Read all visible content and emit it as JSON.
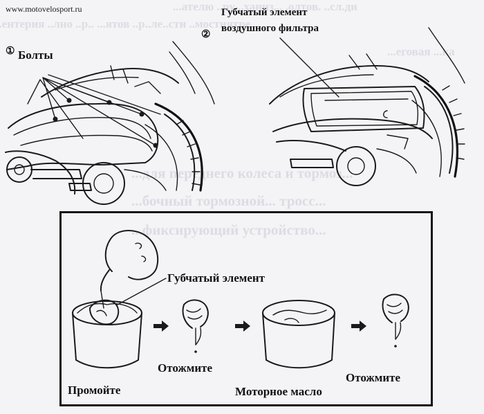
{
  "header": {
    "site_url": "www.motovelosport.ru"
  },
  "top_figures": {
    "left": {
      "callout_number": "①",
      "callout_label": "Болты"
    },
    "right": {
      "callout_number": "②",
      "callout_label_line1": "Губчатый элемент",
      "callout_label_line2": "воздушного фильтра"
    }
  },
  "procedure_box": {
    "sponge_label": "Губчатый элемент",
    "steps": {
      "wash": "Промойте",
      "squeeze_1": "Отожмите",
      "engine_oil": "Моторное масло",
      "squeeze_2": "Отожмите"
    }
  },
  "bleed_through": {
    "line1": "...ателю ..ру ..ханиз... .олтов. ..сл.ди",
    "line2": "...ентерия ..лно ..р.. ...ятов ..р..ле..сти ..мостиятре",
    "line3": "...еговая ...ка",
    "line4": "...для переднего колеса и тормоз...",
    "line5": "...бочный тормозной... тросс...",
    "line6": "...фиксирующий устройство..."
  }
}
